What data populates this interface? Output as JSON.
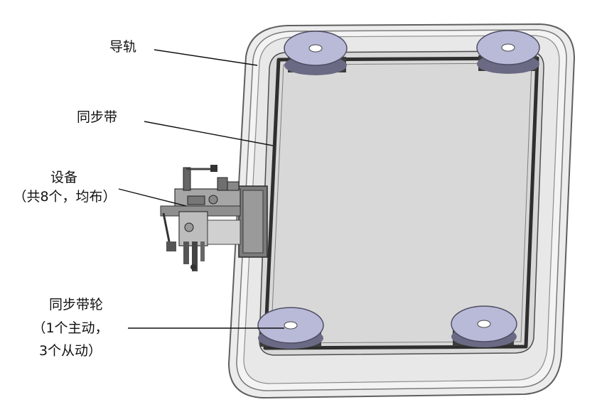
{
  "labels": {
    "rail": "导轨",
    "belt": "同步带",
    "device_line1": "设备",
    "device_line2": "（共8个，均布）",
    "pulley_line1": "同步带轮",
    "pulley_line2": "（1个主动，",
    "pulley_line3": "3个从动）"
  },
  "colors": {
    "frame": "#e6e6e6",
    "frame_edge": "#6b6b6b",
    "plate": "#d9d9d9",
    "belt": "#2b2b2b",
    "pulley": "#b7b7d6",
    "pulley_edge": "#55556a",
    "leader": "#111111"
  }
}
